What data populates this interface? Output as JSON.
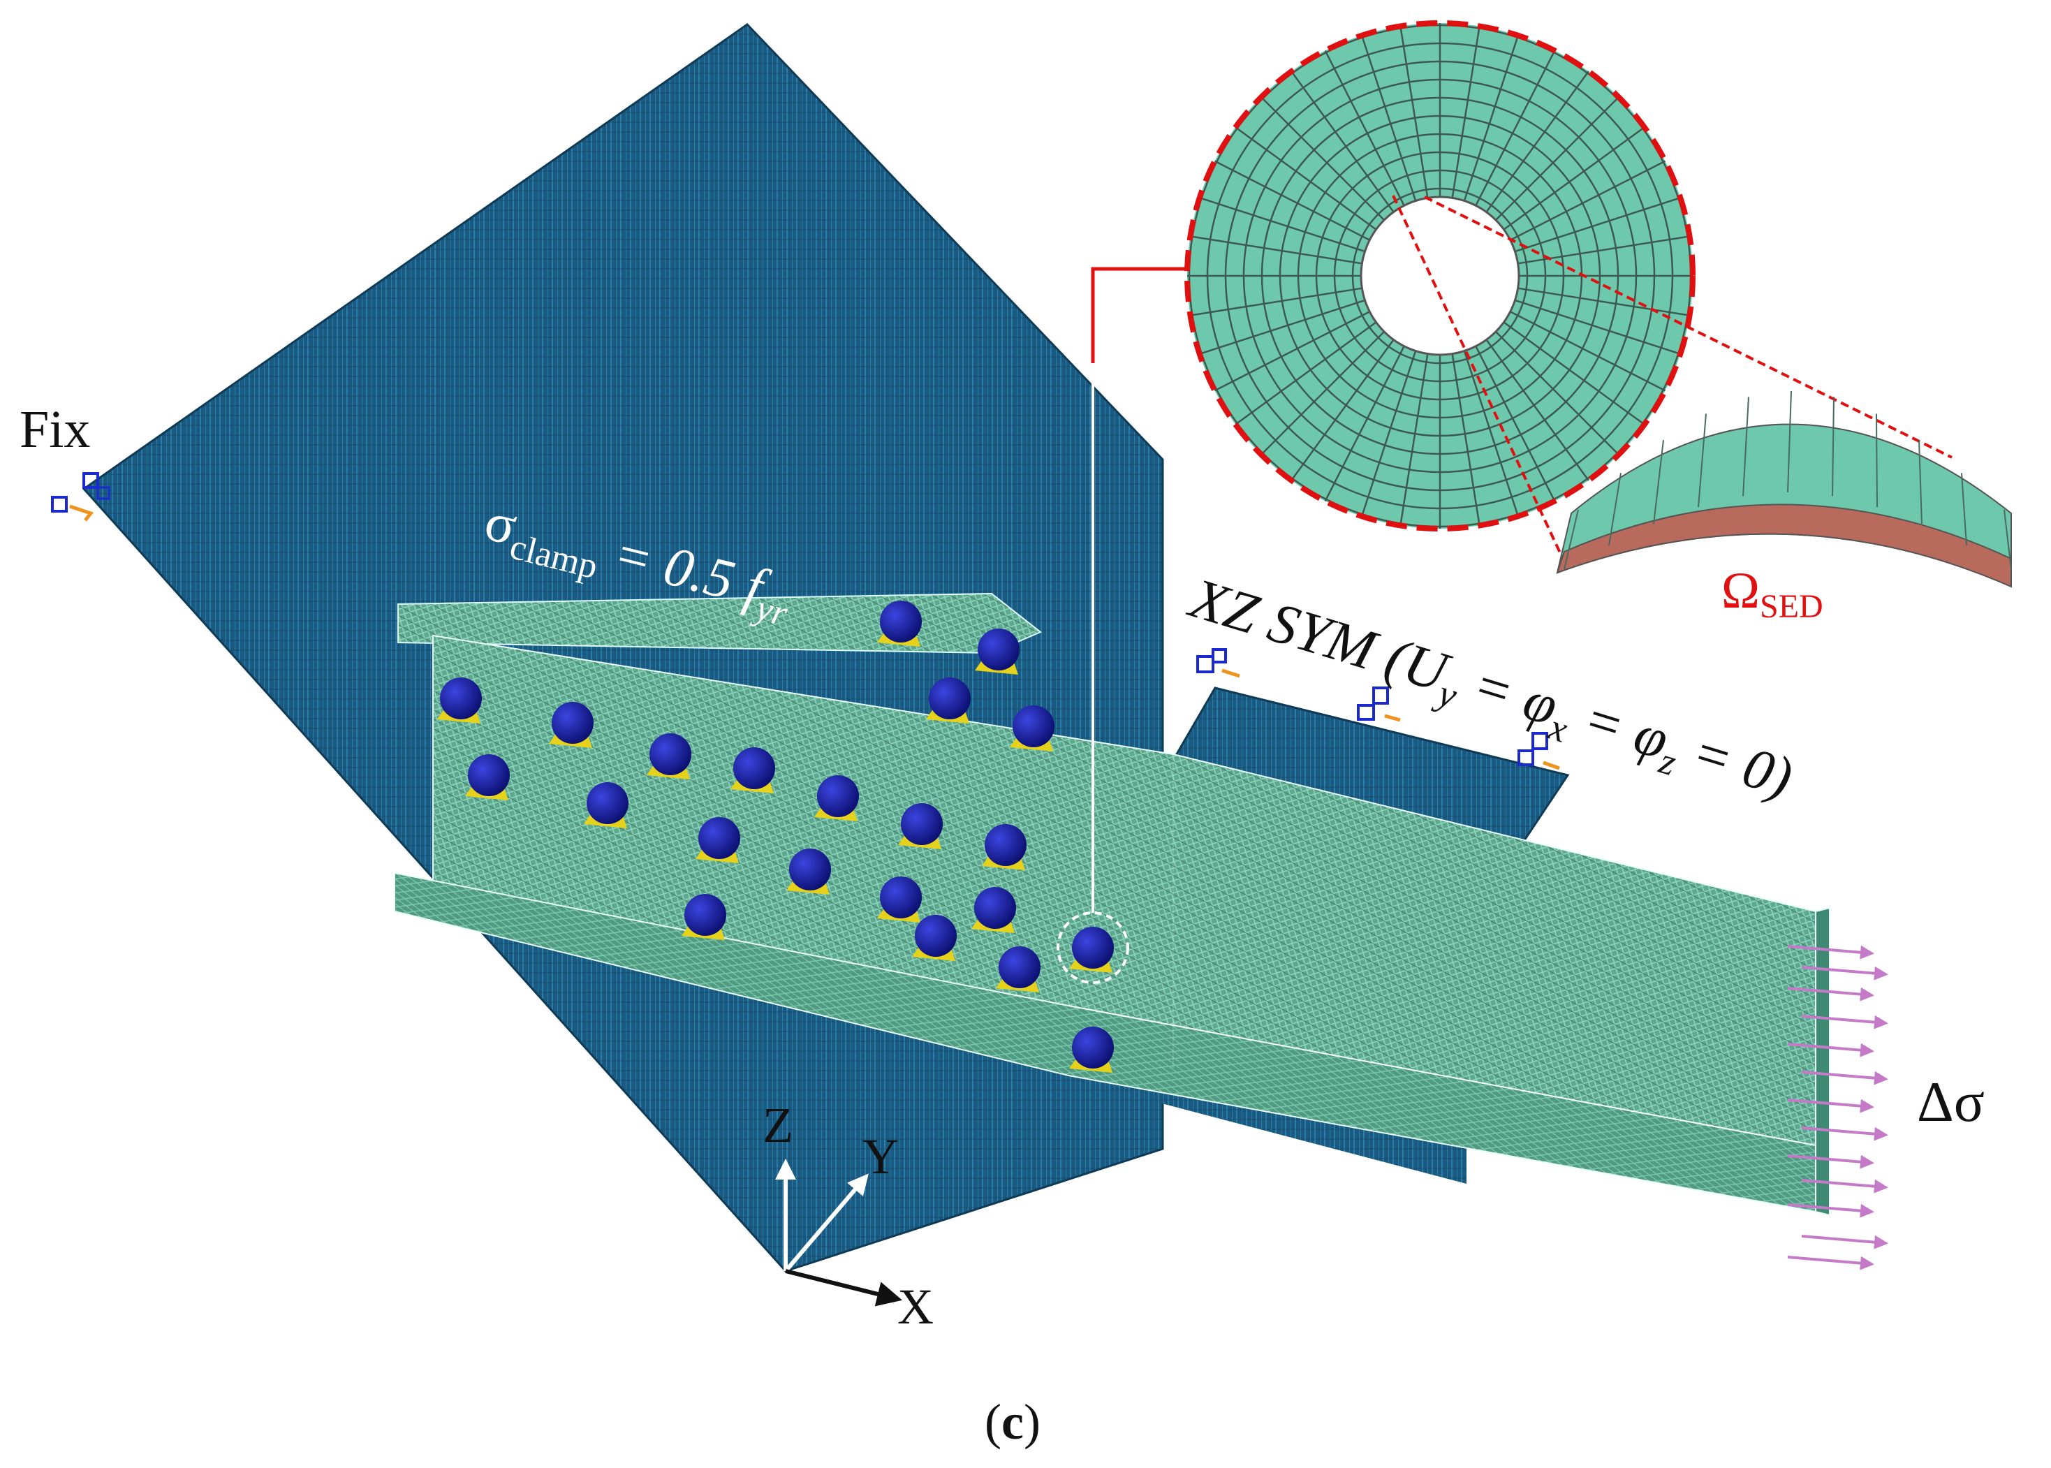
{
  "labels": {
    "fix": "Fix",
    "clamp_sigma": "σ",
    "clamp_sub": "clamp",
    "clamp_eq": " = 0.5 ",
    "clamp_f": "f",
    "clamp_f_sub": "yr",
    "sym_text_1": "XZ SYM (U",
    "sym_sub_y": "y",
    "sym_eq_1": " = φ",
    "sym_sub_x": "x",
    "sym_eq_2": " = φ",
    "sym_sub_z": "z",
    "sym_eq_3": " = 0)",
    "delta_sigma": "Δσ",
    "omega": "Ω",
    "omega_sub": "SED",
    "axis_x": "X",
    "axis_y": "Y",
    "axis_z": "Z",
    "caption_open": "(",
    "caption_letter": "c",
    "caption_close": ")"
  },
  "colors": {
    "plate_blue": "#1a5a80",
    "plate_mesh": "#2f86b5",
    "member_green": "#5fa890",
    "member_mesh": "#8fdcc3",
    "bolt_blue": "#10169a",
    "bolt_yellow": "#e6d21a",
    "zoom_fill": "#6ec9ac",
    "zoom_border": "#e01010",
    "sed_region": "#b86a5c",
    "omega_red": "#e01010",
    "load_arrow": "#c47ac8",
    "constraint_blue": "#1a2ad0",
    "constraint_orange": "#f0921e"
  }
}
